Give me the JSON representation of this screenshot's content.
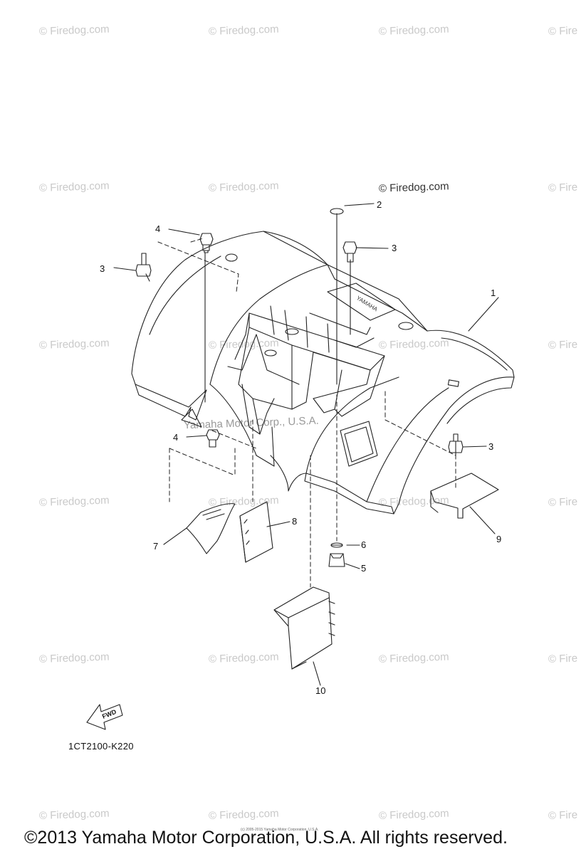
{
  "watermark": "© Firedog.com",
  "watermark_partial": "© Fire",
  "main_watermark": "© Firedog.com",
  "center_watermark": "Yamaha Motor Corp., U.S.A.",
  "callouts": {
    "c1": "1",
    "c2": "2",
    "c3a": "3",
    "c3b": "3",
    "c3c": "3",
    "c4a": "4",
    "c4b": "4",
    "c5": "5",
    "c6": "6",
    "c7": "7",
    "c8": "8",
    "c9": "9",
    "c10": "10"
  },
  "fender_label": "YAMAHA",
  "fwd_label": "FWD",
  "part_code": "1CT2100-K220",
  "tiny_copyright": "(c) 2005-2015 Yamaha Motor Corporation, U.S.A.",
  "copyright": "©2013 Yamaha Motor Corporation, U.S.A. All rights reserved."
}
